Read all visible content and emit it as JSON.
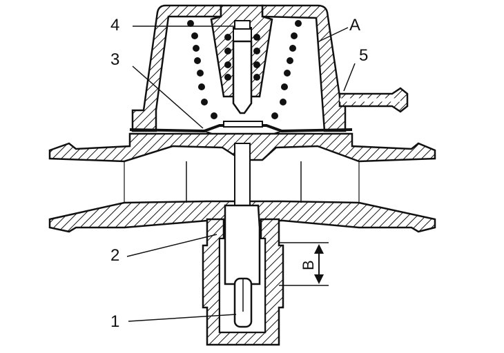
{
  "labels": {
    "one": "1",
    "two": "2",
    "three": "3",
    "four": "4",
    "five": "5",
    "a": "A",
    "b": "B"
  },
  "colors": {
    "ink": "#111111",
    "paper": "#ffffff"
  }
}
